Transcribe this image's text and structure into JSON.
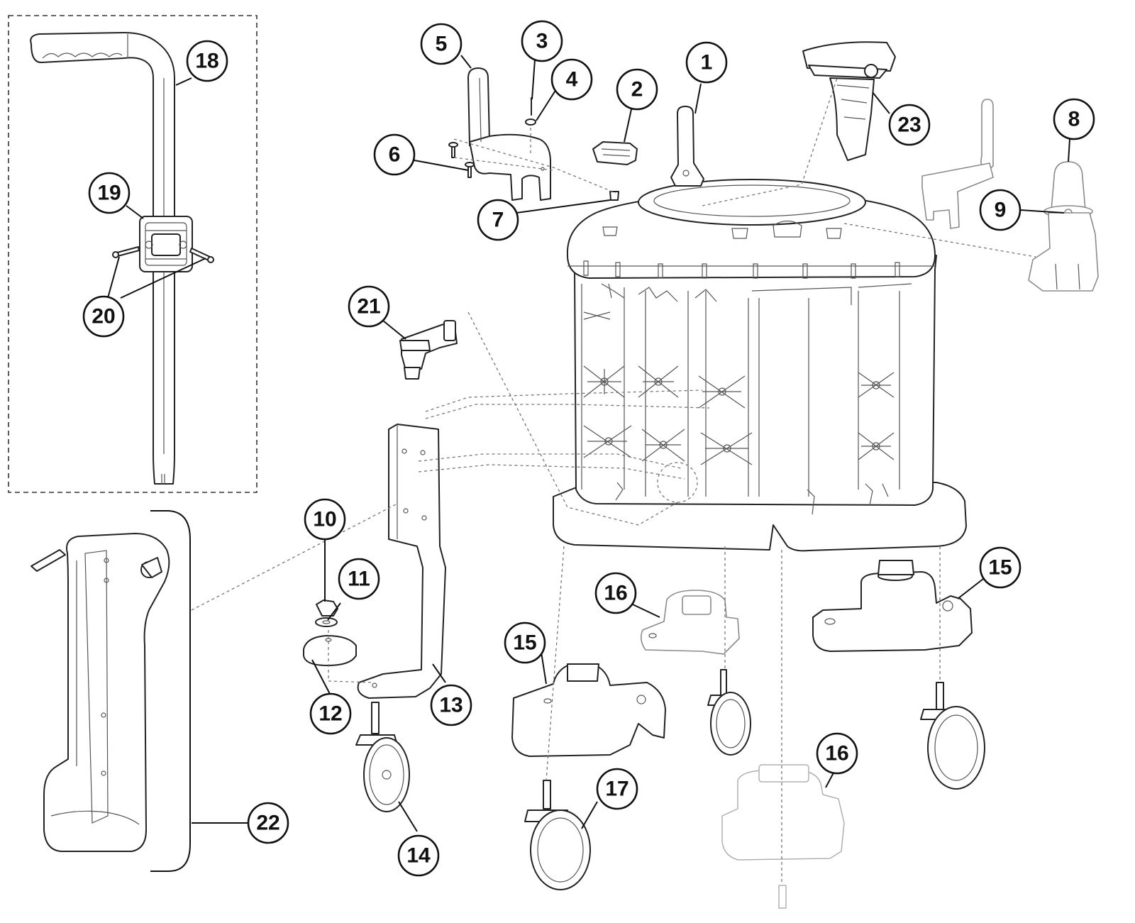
{
  "diagram": {
    "callouts": [
      {
        "id": "1",
        "label": "1"
      },
      {
        "id": "2",
        "label": "2"
      },
      {
        "id": "3",
        "label": "3"
      },
      {
        "id": "4",
        "label": "4"
      },
      {
        "id": "5",
        "label": "5"
      },
      {
        "id": "6",
        "label": "6"
      },
      {
        "id": "7",
        "label": "7"
      },
      {
        "id": "8",
        "label": "8"
      },
      {
        "id": "9",
        "label": "9"
      },
      {
        "id": "10",
        "label": "10"
      },
      {
        "id": "11",
        "label": "11"
      },
      {
        "id": "12",
        "label": "12"
      },
      {
        "id": "13",
        "label": "13"
      },
      {
        "id": "14",
        "label": "14"
      },
      {
        "id": "15a",
        "label": "15"
      },
      {
        "id": "15b",
        "label": "15"
      },
      {
        "id": "16a",
        "label": "16"
      },
      {
        "id": "16b",
        "label": "16"
      },
      {
        "id": "17",
        "label": "17"
      },
      {
        "id": "18",
        "label": "18"
      },
      {
        "id": "19",
        "label": "19"
      },
      {
        "id": "20",
        "label": "20"
      },
      {
        "id": "21",
        "label": "21"
      },
      {
        "id": "22",
        "label": "22"
      },
      {
        "id": "23",
        "label": "23"
      }
    ]
  }
}
